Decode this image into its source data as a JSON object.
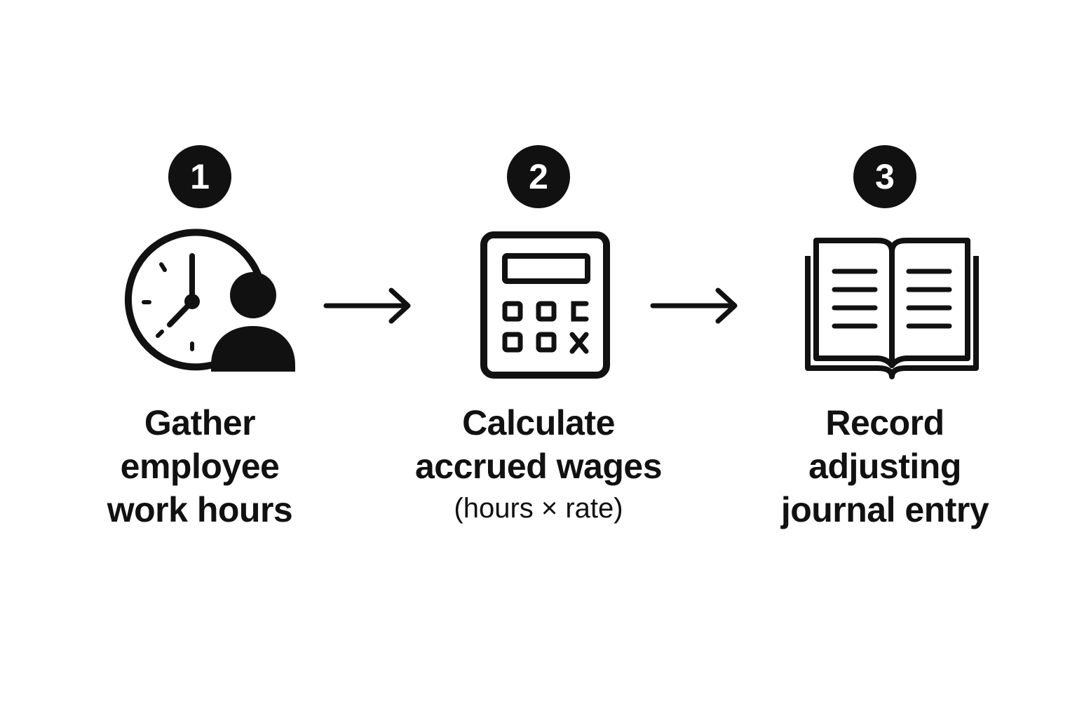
{
  "steps": [
    {
      "number": "1",
      "icon": "clock-user-icon",
      "label_lines": [
        "Gather",
        "employee",
        "work hours"
      ]
    },
    {
      "number": "2",
      "icon": "calculator-icon",
      "label_lines": [
        "Calculate",
        "accrued wages"
      ],
      "sublabel": "(hours × rate)"
    },
    {
      "number": "3",
      "icon": "open-book-icon",
      "label_lines": [
        "Record",
        "adjusting",
        "journal entry"
      ]
    }
  ],
  "colors": {
    "ink": "#111111",
    "background": "#ffffff"
  }
}
